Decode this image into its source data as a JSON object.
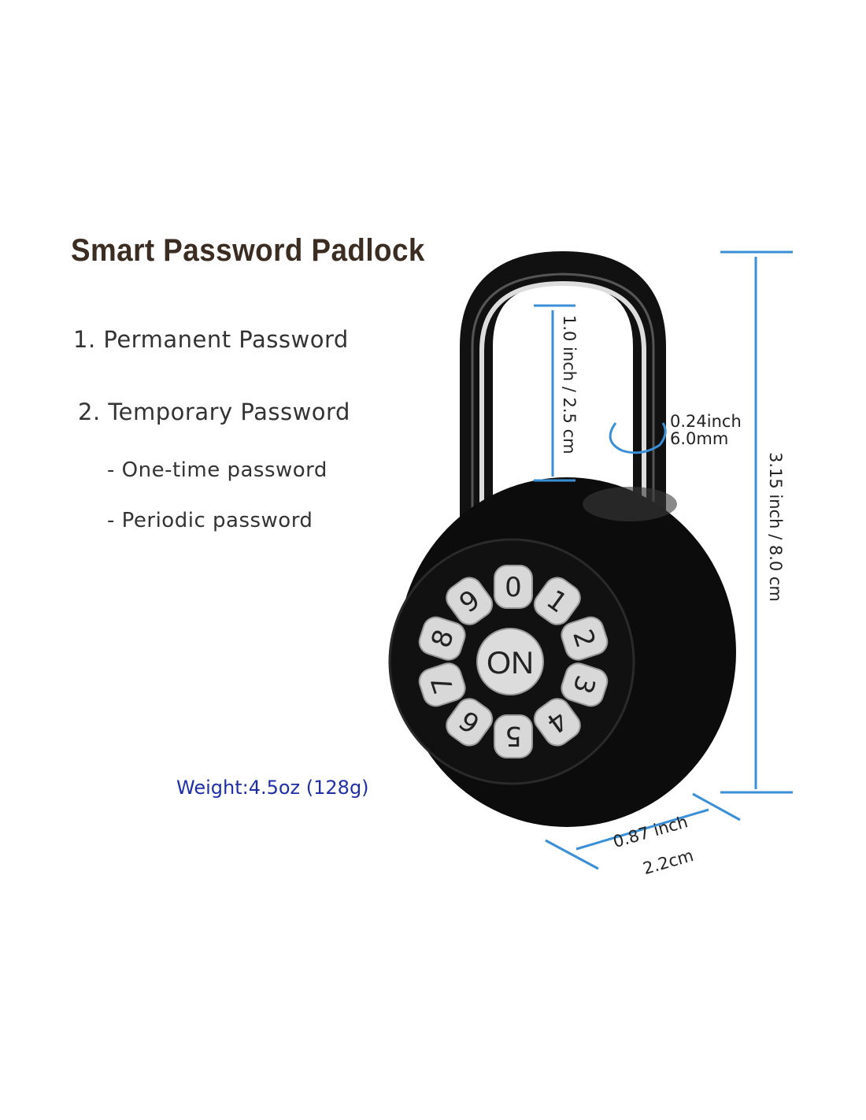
{
  "title": "Smart Password Padlock",
  "features": [
    "1. Permanent Password",
    "2. Temporary Password"
  ],
  "sub_features": [
    "- One-time password",
    "- Periodic password"
  ],
  "weight": "Weight:4.5oz (128g)",
  "dimensions": {
    "shackle_clearance": "1.0 inch / 2.5 cm",
    "shackle_diameter_in": "0.24inch",
    "shackle_diameter_mm": "6.0mm",
    "height": "3.15 inch / 8.0 cm",
    "depth_in": "0.87 inch",
    "depth_cm": "2.2cm"
  },
  "keypad": {
    "keys": [
      "0",
      "1",
      "2",
      "3",
      "4",
      "5",
      "6",
      "7",
      "8",
      "9"
    ],
    "center_button": "ON"
  },
  "colors": {
    "dimension_line": "#3a8fd6",
    "title": "#3b2d22",
    "weight_text": "#1f2fa8"
  }
}
